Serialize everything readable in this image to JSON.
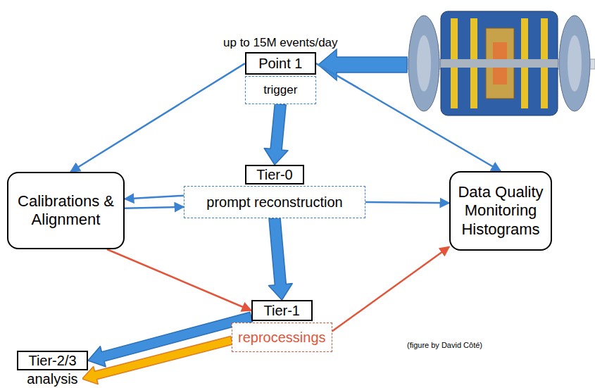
{
  "diagram": {
    "nodes": [
      {
        "text": [
          "up to 15M events/day",
          "Point 1",
          "trigger"
        ]
      },
      {
        "text": [
          "Calibrations & Alignment"
        ]
      },
      {
        "text": [
          "Tier-0",
          "prompt reconstruction"
        ]
      },
      {
        "text": [
          "Data Quality Monitoring Histograms"
        ]
      },
      {
        "text": [
          "Tier-1",
          "reprocessings"
        ]
      },
      {
        "text": [
          "Tier-2/3",
          "analysis"
        ]
      }
    ],
    "edges": [
      {
        "from": 0,
        "to": 1,
        "arrow": "to"
      },
      {
        "from": 0,
        "to": 2,
        "arrow": "to"
      },
      {
        "from": 0,
        "to": 3,
        "arrow": "to"
      },
      {
        "from": 2,
        "to": 1,
        "arrow": "to"
      },
      {
        "from": 1,
        "to": 2,
        "arrow": "to"
      },
      {
        "from": 2,
        "to": 3,
        "arrow": "to"
      },
      {
        "from": 2,
        "to": 4,
        "arrow": "to"
      },
      {
        "from": 1,
        "to": 4,
        "arrow": "to"
      },
      {
        "from": 4,
        "to": 3,
        "arrow": "to"
      },
      {
        "from": 4,
        "to": 5,
        "arrow": "to"
      },
      {
        "from": 4,
        "to": 5,
        "arrow": "to"
      }
    ],
    "labels": [
      "(figure by David Côté)"
    ]
  }
}
